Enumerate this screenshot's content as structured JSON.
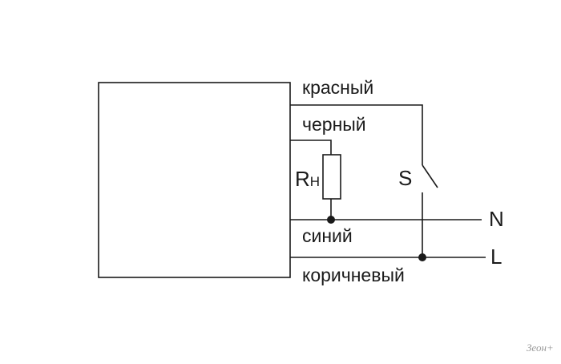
{
  "wires": {
    "red": "красный",
    "black": "черный",
    "blue": "синий",
    "brown": "коричневый"
  },
  "components": {
    "resistor_label": "R",
    "resistor_subscript": "H",
    "switch_label": "S"
  },
  "terminals": {
    "neutral": "N",
    "live": "L"
  },
  "watermark": "Зеон+"
}
